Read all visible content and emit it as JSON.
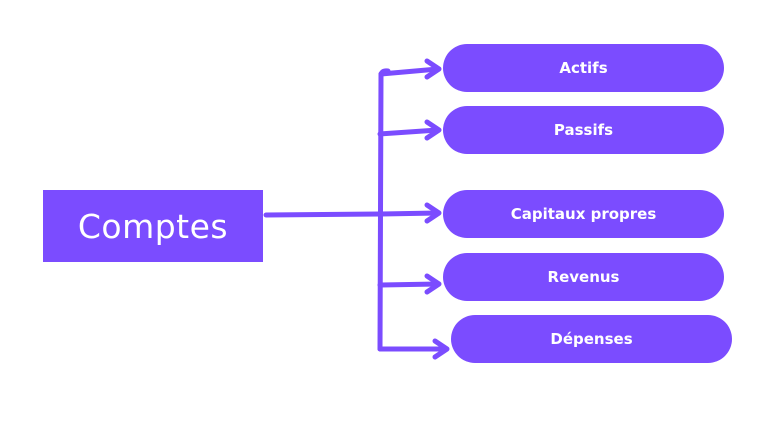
{
  "diagram": {
    "root": {
      "label": "Comptes"
    },
    "children": [
      {
        "label": "Actifs"
      },
      {
        "label": "Passifs"
      },
      {
        "label": "Capitaux propres"
      },
      {
        "label": "Revenus"
      },
      {
        "label": "Dépenses"
      }
    ]
  },
  "colors": {
    "accent": "#7b4cff",
    "text_on_accent": "#ffffff",
    "background": "#ffffff"
  }
}
